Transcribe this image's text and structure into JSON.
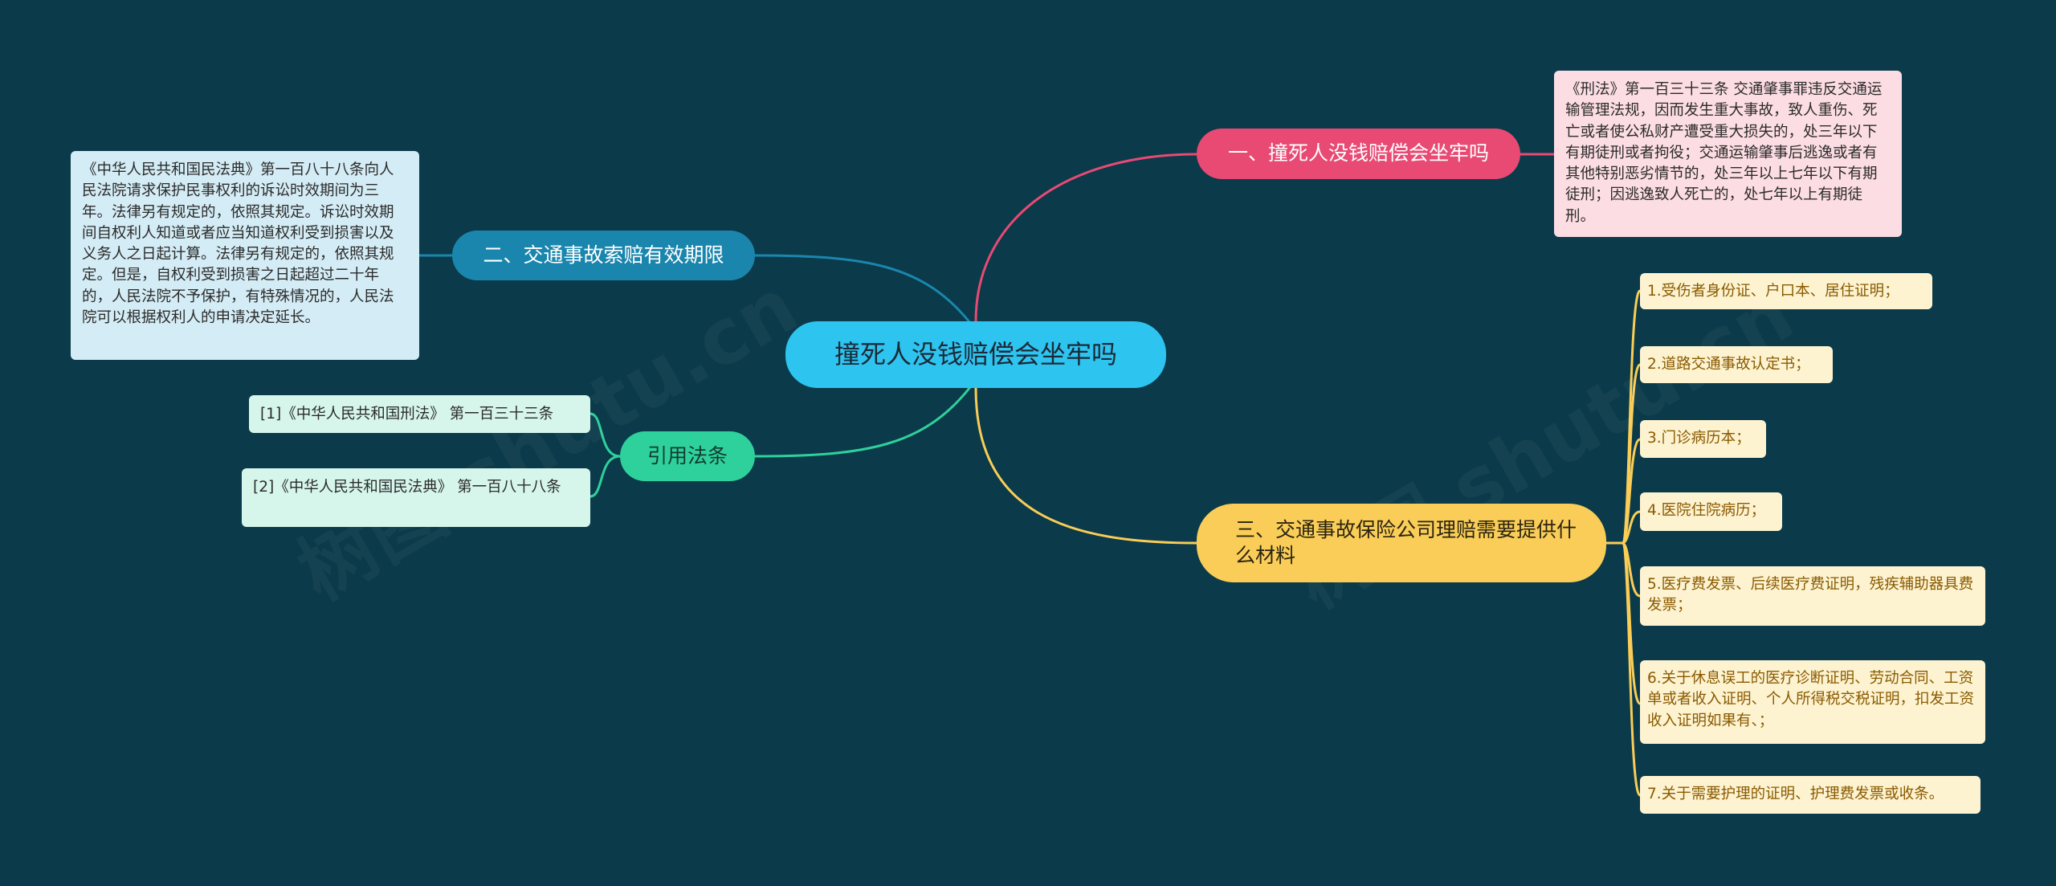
{
  "root": {
    "label": "撞死人没钱赔偿会坐牢吗"
  },
  "branches": {
    "b1": {
      "label": "一、撞死人没钱赔偿会坐牢吗",
      "detail": "《刑法》第一百三十三条 交通肇事罪违反交通运输管理法规，因而发生重大事故，致人重伤、死亡或者使公私财产遭受重大损失的，处三年以下有期徒刑或者拘役；交通运输肇事后逃逸或者有其他特别恶劣情节的，处三年以上七年以下有期徒刑；因逃逸致人死亡的，处七年以上有期徒刑。"
    },
    "b2": {
      "label": "二、交通事故索赔有效期限",
      "detail": "《中华人民共和国民法典》第一百八十八条向人民法院请求保护民事权利的诉讼时效期间为三年。法律另有规定的，依照其规定。诉讼时效期间自权利人知道或者应当知道权利受到损害以及义务人之日起计算。法律另有规定的，依照其规定。但是，自权利受到损害之日起超过二十年的，人民法院不予保护，有特殊情况的，人民法院可以根据权利人的申请决定延长。"
    },
    "b3": {
      "label": "三、交通事故保险公司理赔需要提供什么材料",
      "items": [
        "1.受伤者身份证、户口本、居住证明；",
        "2.道路交通事故认定书；",
        "3.门诊病历本；",
        "4.医院住院病历；",
        "5.医疗费发票、后续医疗费证明，残疾辅助器具费发票；",
        "6.关于休息误工的医疗诊断证明、劳动合同、工资单或者收入证明、个人所得税交税证明，扣发工资收入证明如果有、；",
        "7.关于需要护理的证明、护理费发票或收条。"
      ]
    },
    "b4": {
      "label": "引用法条",
      "items": [
        "[1]《中华人民共和国刑法》 第一百三十三条",
        "[2]《中华人民共和国民法典》 第一百八十八条"
      ]
    }
  },
  "colors": {
    "background": "#0b3a4a",
    "root": "#2ec4f0",
    "branch1": "#e84a73",
    "branch2": "#1a86ad",
    "branch3": "#f9cd57",
    "branch4": "#2ed19b"
  },
  "watermark": "树图 shutu.cn"
}
